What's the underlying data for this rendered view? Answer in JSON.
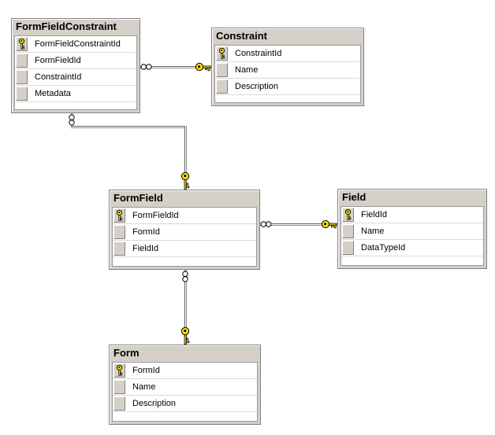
{
  "tables": [
    {
      "name": "FormFieldConstraint",
      "columns": [
        {
          "label": "FormFieldConstraintId",
          "is_primary_key": true
        },
        {
          "label": "FormFieldId",
          "is_primary_key": false
        },
        {
          "label": "ConstraintId",
          "is_primary_key": false
        },
        {
          "label": "Metadata",
          "is_primary_key": false
        }
      ]
    },
    {
      "name": "Constraint",
      "columns": [
        {
          "label": "ConstraintId",
          "is_primary_key": true
        },
        {
          "label": "Name",
          "is_primary_key": false
        },
        {
          "label": "Description",
          "is_primary_key": false
        }
      ]
    },
    {
      "name": "FormField",
      "columns": [
        {
          "label": "FormFieldId",
          "is_primary_key": true
        },
        {
          "label": "FormId",
          "is_primary_key": false
        },
        {
          "label": "FieldId",
          "is_primary_key": false
        }
      ]
    },
    {
      "name": "Field",
      "columns": [
        {
          "label": "FieldId",
          "is_primary_key": true
        },
        {
          "label": "Name",
          "is_primary_key": false
        },
        {
          "label": "DataTypeId",
          "is_primary_key": false
        }
      ]
    },
    {
      "name": "Form",
      "columns": [
        {
          "label": "FormId",
          "is_primary_key": true
        },
        {
          "label": "Name",
          "is_primary_key": false
        },
        {
          "label": "Description",
          "is_primary_key": false
        }
      ]
    }
  ],
  "relationships": [
    {
      "many_end": "FormFieldConstraint",
      "one_end": "Constraint"
    },
    {
      "many_end": "FormFieldConstraint",
      "one_end": "FormField"
    },
    {
      "many_end": "FormField",
      "one_end": "Field"
    },
    {
      "many_end": "FormField",
      "one_end": "Form"
    }
  ],
  "colors": {
    "table_face": "#d4d0c8",
    "table_border": "#828282",
    "row_background": "#ffffff",
    "row_separator": "#dadada",
    "key_icon_yellow": "#ffe000",
    "connector_edge": "#5f5f5f",
    "canvas_background": "#ffffff"
  }
}
